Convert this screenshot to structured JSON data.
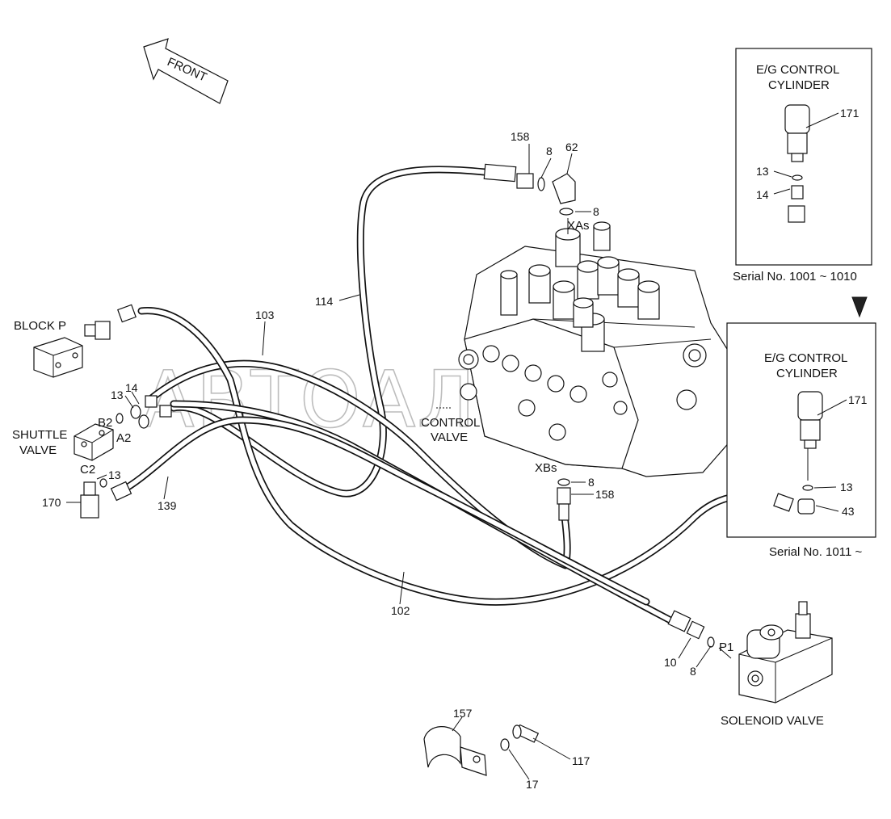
{
  "direction": {
    "label": "FRONT"
  },
  "components": {
    "block_p": "BLOCK P",
    "shuttle_valve": [
      "SHUTTLE",
      "VALVE"
    ],
    "control_valve": [
      "CONTROL",
      "VALVE"
    ],
    "solenoid_valve": "SOLENOID VALVE",
    "eg_cylinder_top": [
      "E/G CONTROL",
      "CYLINDER"
    ],
    "eg_cylinder_bottom": [
      "E/G CONTROL",
      "CYLINDER"
    ]
  },
  "serials": {
    "top": "Serial No. 1001 ~ 1010",
    "bottom": "Serial No. 1011 ~"
  },
  "ports": {
    "xas": "XAs",
    "xbs": "XBs",
    "b2": "B2",
    "a2": "A2",
    "c2": "C2",
    "p1": "P1"
  },
  "part_numbers": {
    "p158_top": "158",
    "p8_top": "8",
    "p62": "62",
    "p8_xas": "8",
    "p114": "114",
    "p103": "103",
    "p13_left": "13",
    "p14_left": "14",
    "p13_c2": "13",
    "p170": "170",
    "p139": "139",
    "p8_xbs": "8",
    "p158_xbs": "158",
    "p102": "102",
    "p10": "10",
    "p8_p1": "8",
    "p157": "157",
    "p117": "117",
    "p17": "17",
    "p171_top": "171",
    "p13_top": "13",
    "p14_top": "14",
    "p171_bottom": "171",
    "p13_bottom": "13",
    "p43": "43"
  },
  "watermark": "АВТОАЛЕКАНС"
}
